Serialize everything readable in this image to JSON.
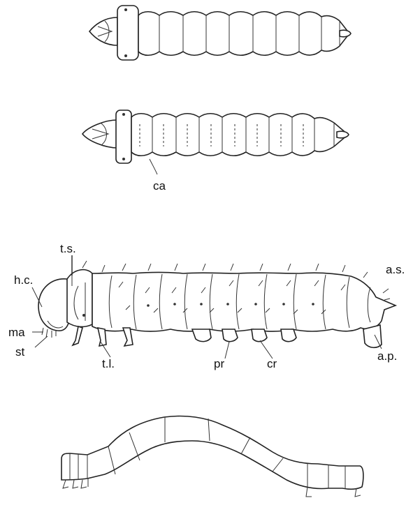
{
  "labels": {
    "ca": "ca",
    "ts": "t.s.",
    "hc": "h.c.",
    "ma": "ma",
    "st": "st",
    "tl": "t.l.",
    "pr": "pr",
    "cr": "cr",
    "as": "a.s.",
    "ap": "a.p."
  },
  "colors": {
    "ink": "#222222",
    "paper": "#ffffff"
  }
}
